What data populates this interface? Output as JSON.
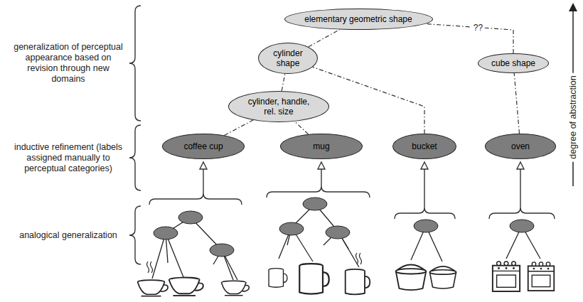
{
  "diagram": {
    "nodes": [
      {
        "text": [
          "elementary geometric shape"
        ]
      },
      {
        "text": [
          "cylinder shape"
        ]
      },
      {
        "text": [
          "cube shape"
        ]
      },
      {
        "text": [
          "cylinder, handle, rel. size"
        ]
      },
      {
        "text": [
          "coffee cup"
        ]
      },
      {
        "text": [
          "mug"
        ]
      },
      {
        "text": [
          "bucket"
        ]
      },
      {
        "text": [
          "oven"
        ]
      }
    ],
    "edges": [
      {
        "from": 4,
        "to": 3,
        "arrow": "none"
      },
      {
        "from": 5,
        "to": 3,
        "arrow": "none"
      },
      {
        "from": 3,
        "to": 1,
        "arrow": "none"
      },
      {
        "from": 6,
        "to": 1,
        "arrow": "none"
      },
      {
        "from": 1,
        "to": 0,
        "arrow": "none"
      },
      {
        "from": 7,
        "to": 2,
        "arrow": "none"
      },
      {
        "from": 2,
        "to": 0,
        "label": "??",
        "arrow": "none"
      }
    ],
    "labels": [
      "generalization of perceptual appearance based on revision through new domains",
      "inductive refinement (labels assigned manually to perceptual categories)",
      "analogical generalization",
      "degree of abstraction"
    ]
  }
}
